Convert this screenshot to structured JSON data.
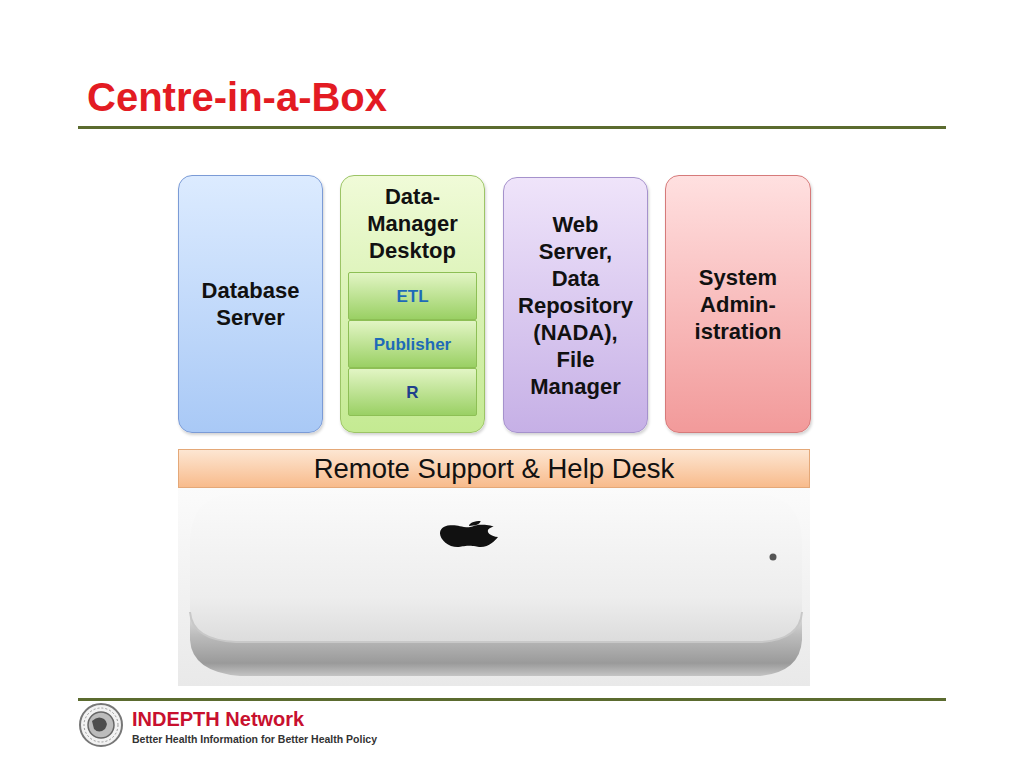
{
  "diagram": {
    "title": "Centre-in-a-Box",
    "nodes": [
      {
        "text": [
          "Database Server"
        ]
      },
      {
        "text": [
          "Data- Manager Desktop"
        ]
      },
      {
        "text": [
          "ETL"
        ],
        "in": 1
      },
      {
        "text": [
          "Publisher"
        ],
        "in": 1
      },
      {
        "text": [
          "R"
        ],
        "in": 1
      },
      {
        "text": [
          "Web Server, Data Repository (NADA), File Manager"
        ]
      },
      {
        "text": [
          "System Admin- istration"
        ]
      },
      {
        "text": [
          "Remote Support & Help Desk"
        ]
      }
    ],
    "labels": [
      "INDEPTH Network",
      "Better Health Information for Better Health Policy"
    ]
  }
}
